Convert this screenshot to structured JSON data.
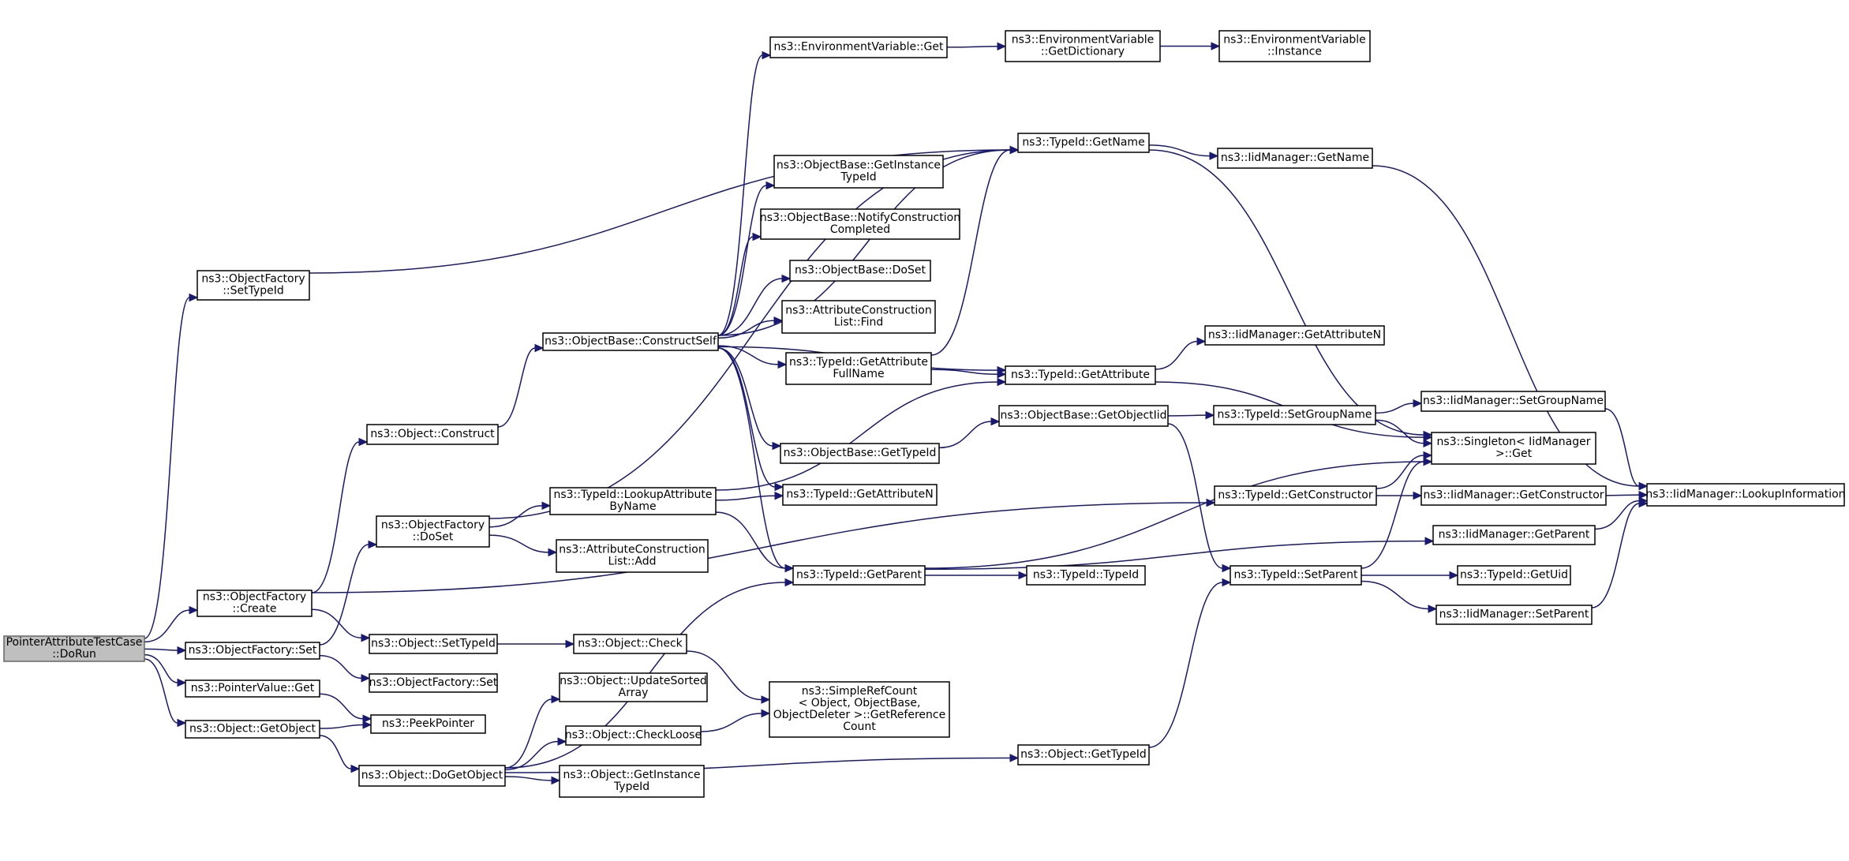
{
  "diagram": {
    "type": "call-graph",
    "colors": {
      "edge": "#191970",
      "node_border": "#000000",
      "root_fill": "#bfbfbf",
      "background": "#ffffff"
    },
    "nodes": [
      {
        "id": "dorun",
        "lines": [
          "PointerAttributeTestCase",
          "::DoRun"
        ],
        "root": true
      },
      {
        "id": "of_settypeid",
        "lines": [
          "ns3::ObjectFactory",
          "::SetTypeId"
        ]
      },
      {
        "id": "of_create",
        "lines": [
          "ns3::ObjectFactory",
          "::Create"
        ]
      },
      {
        "id": "of_set",
        "lines": [
          "ns3::ObjectFactory::Set"
        ]
      },
      {
        "id": "pv_get",
        "lines": [
          "ns3::PointerValue::Get"
        ]
      },
      {
        "id": "o_getobject",
        "lines": [
          "ns3::Object::GetObject"
        ]
      },
      {
        "id": "o_construct",
        "lines": [
          "ns3::Object::Construct"
        ]
      },
      {
        "id": "of_doset",
        "lines": [
          "ns3::ObjectFactory",
          "::DoSet"
        ]
      },
      {
        "id": "o_settypeid",
        "lines": [
          "ns3::Object::SetTypeId"
        ]
      },
      {
        "id": "of_set2",
        "lines": [
          "ns3::ObjectFactory::Set"
        ]
      },
      {
        "id": "peekpointer",
        "lines": [
          "ns3::PeekPointer"
        ]
      },
      {
        "id": "o_dogetobject",
        "lines": [
          "ns3::Object::DoGetObject"
        ]
      },
      {
        "id": "ob_constructself",
        "lines": [
          "ns3::ObjectBase::ConstructSelf"
        ]
      },
      {
        "id": "tid_lookupattr",
        "lines": [
          "ns3::TypeId::LookupAttribute",
          "ByName"
        ]
      },
      {
        "id": "acl_add",
        "lines": [
          "ns3::AttributeConstruction",
          "List::Add"
        ]
      },
      {
        "id": "o_check",
        "lines": [
          "ns3::Object::Check"
        ]
      },
      {
        "id": "o_updatesorted",
        "lines": [
          "ns3::Object::UpdateSorted",
          "Array"
        ]
      },
      {
        "id": "o_checkloose",
        "lines": [
          "ns3::Object::CheckLoose"
        ]
      },
      {
        "id": "o_getinstance",
        "lines": [
          "ns3::Object::GetInstance",
          "TypeId"
        ]
      },
      {
        "id": "ev_get",
        "lines": [
          "ns3::EnvironmentVariable::Get"
        ]
      },
      {
        "id": "ob_getinstance",
        "lines": [
          "ns3::ObjectBase::GetInstance",
          "TypeId"
        ]
      },
      {
        "id": "ob_notify",
        "lines": [
          "ns3::ObjectBase::NotifyConstruction",
          "Completed"
        ]
      },
      {
        "id": "ob_doset",
        "lines": [
          "ns3::ObjectBase::DoSet"
        ]
      },
      {
        "id": "acl_find",
        "lines": [
          "ns3::AttributeConstruction",
          "List::Find"
        ]
      },
      {
        "id": "tid_getattrfull",
        "lines": [
          "ns3::TypeId::GetAttribute",
          "FullName"
        ]
      },
      {
        "id": "ob_gettypeid",
        "lines": [
          "ns3::ObjectBase::GetTypeId"
        ]
      },
      {
        "id": "tid_getattrn",
        "lines": [
          "ns3::TypeId::GetAttributeN"
        ]
      },
      {
        "id": "tid_getparent",
        "lines": [
          "ns3::TypeId::GetParent"
        ]
      },
      {
        "id": "src",
        "lines": [
          "ns3::SimpleRefCount",
          "< Object, ObjectBase,",
          "ObjectDeleter >::GetReference",
          "Count"
        ]
      },
      {
        "id": "ev_getdict",
        "lines": [
          "ns3::EnvironmentVariable",
          "::GetDictionary"
        ]
      },
      {
        "id": "tid_getname",
        "lines": [
          "ns3::TypeId::GetName"
        ]
      },
      {
        "id": "tid_getattr",
        "lines": [
          "ns3::TypeId::GetAttribute"
        ]
      },
      {
        "id": "ob_getobjectiid",
        "lines": [
          "ns3::ObjectBase::GetObjectIid"
        ]
      },
      {
        "id": "tid_typeid",
        "lines": [
          "ns3::TypeId::TypeId"
        ]
      },
      {
        "id": "o_gettypeid",
        "lines": [
          "ns3::Object::GetTypeId"
        ]
      },
      {
        "id": "ev_instance",
        "lines": [
          "ns3::EnvironmentVariable",
          "::Instance"
        ]
      },
      {
        "id": "iid_getname",
        "lines": [
          "ns3::IidManager::GetName"
        ]
      },
      {
        "id": "iid_getattrn",
        "lines": [
          "ns3::IidManager::GetAttributeN"
        ]
      },
      {
        "id": "tid_setgroupname",
        "lines": [
          "ns3::TypeId::SetGroupName"
        ]
      },
      {
        "id": "tid_getconstructor",
        "lines": [
          "ns3::TypeId::GetConstructor"
        ]
      },
      {
        "id": "tid_setparent",
        "lines": [
          "ns3::TypeId::SetParent"
        ]
      },
      {
        "id": "iid_setgroupname",
        "lines": [
          "ns3::IidManager::SetGroupName"
        ]
      },
      {
        "id": "singleton_get",
        "lines": [
          "ns3::Singleton< IidManager",
          " >::Get"
        ]
      },
      {
        "id": "iid_getconstructor",
        "lines": [
          "ns3::IidManager::GetConstructor"
        ]
      },
      {
        "id": "iid_getparent",
        "lines": [
          "ns3::IidManager::GetParent"
        ]
      },
      {
        "id": "tid_getuid",
        "lines": [
          "ns3::TypeId::GetUid"
        ]
      },
      {
        "id": "iid_setparent",
        "lines": [
          "ns3::IidManager::SetParent"
        ]
      },
      {
        "id": "iid_lookupinfo",
        "lines": [
          "ns3::IidManager::LookupInformation"
        ]
      }
    ],
    "edges": [
      [
        "dorun",
        "of_settypeid"
      ],
      [
        "dorun",
        "of_create"
      ],
      [
        "dorun",
        "of_set"
      ],
      [
        "dorun",
        "pv_get"
      ],
      [
        "dorun",
        "o_getobject"
      ],
      [
        "of_settypeid",
        "tid_getname"
      ],
      [
        "of_create",
        "o_construct"
      ],
      [
        "of_create",
        "o_settypeid"
      ],
      [
        "of_create",
        "tid_getconstructor"
      ],
      [
        "of_set",
        "of_doset"
      ],
      [
        "of_set",
        "of_set2"
      ],
      [
        "pv_get",
        "peekpointer"
      ],
      [
        "o_getobject",
        "peekpointer"
      ],
      [
        "o_getobject",
        "o_dogetobject"
      ],
      [
        "o_construct",
        "ob_constructself"
      ],
      [
        "of_doset",
        "tid_getname"
      ],
      [
        "of_doset",
        "tid_lookupattr"
      ],
      [
        "of_doset",
        "acl_add"
      ],
      [
        "o_settypeid",
        "o_check"
      ],
      [
        "o_dogetobject",
        "o_updatesorted"
      ],
      [
        "o_dogetobject",
        "o_checkloose"
      ],
      [
        "o_dogetobject",
        "o_getinstance"
      ],
      [
        "o_dogetobject",
        "tid_getparent"
      ],
      [
        "o_dogetobject",
        "o_gettypeid"
      ],
      [
        "ob_constructself",
        "ev_get"
      ],
      [
        "ob_constructself",
        "tid_getname"
      ],
      [
        "ob_constructself",
        "ob_getinstance"
      ],
      [
        "ob_constructself",
        "ob_notify"
      ],
      [
        "ob_constructself",
        "ob_doset"
      ],
      [
        "ob_constructself",
        "acl_find"
      ],
      [
        "ob_constructself",
        "tid_getattrfull"
      ],
      [
        "ob_constructself",
        "tid_getattr"
      ],
      [
        "ob_constructself",
        "ob_gettypeid"
      ],
      [
        "ob_constructself",
        "tid_getattrn"
      ],
      [
        "ob_constructself",
        "tid_getparent"
      ],
      [
        "tid_lookupattr",
        "tid_getattrn"
      ],
      [
        "tid_lookupattr",
        "tid_getattr"
      ],
      [
        "tid_lookupattr",
        "tid_getparent"
      ],
      [
        "o_check",
        "src"
      ],
      [
        "o_checkloose",
        "src"
      ],
      [
        "ev_get",
        "ev_getdict"
      ],
      [
        "ev_getdict",
        "ev_instance"
      ],
      [
        "tid_getattrfull",
        "tid_getname"
      ],
      [
        "tid_getattrfull",
        "tid_getattr"
      ],
      [
        "ob_gettypeid",
        "ob_getobjectiid"
      ],
      [
        "tid_getparent",
        "tid_typeid"
      ],
      [
        "tid_getparent",
        "iid_getparent"
      ],
      [
        "tid_getparent",
        "singleton_get"
      ],
      [
        "tid_getname",
        "iid_getname"
      ],
      [
        "tid_getname",
        "singleton_get"
      ],
      [
        "tid_getattr",
        "iid_getattrn"
      ],
      [
        "tid_getattr",
        "singleton_get"
      ],
      [
        "ob_getobjectiid",
        "tid_setgroupname"
      ],
      [
        "ob_getobjectiid",
        "tid_setparent"
      ],
      [
        "o_gettypeid",
        "tid_setparent"
      ],
      [
        "tid_setgroupname",
        "iid_setgroupname"
      ],
      [
        "tid_setgroupname",
        "singleton_get"
      ],
      [
        "tid_getconstructor",
        "iid_getconstructor"
      ],
      [
        "tid_getconstructor",
        "singleton_get"
      ],
      [
        "tid_setparent",
        "singleton_get"
      ],
      [
        "tid_setparent",
        "tid_getuid"
      ],
      [
        "tid_setparent",
        "iid_setparent"
      ],
      [
        "iid_getname",
        "iid_lookupinfo"
      ],
      [
        "iid_setgroupname",
        "iid_lookupinfo"
      ],
      [
        "iid_getconstructor",
        "iid_lookupinfo"
      ],
      [
        "iid_getparent",
        "iid_lookupinfo"
      ],
      [
        "iid_setparent",
        "iid_lookupinfo"
      ]
    ]
  }
}
